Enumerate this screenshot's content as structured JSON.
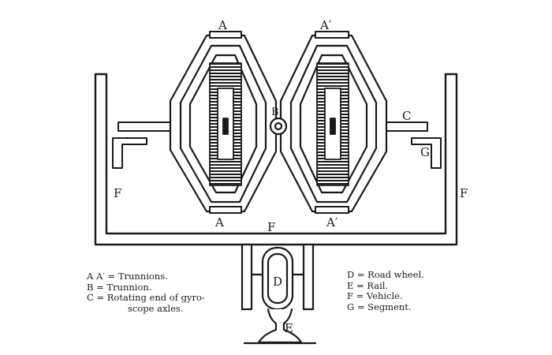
{
  "labels": {
    "a": "A",
    "a_prime": "A′",
    "b": "B",
    "c": "C",
    "d": "D",
    "e": "E",
    "f": "F",
    "g": "G"
  },
  "legend_left": [
    "A A′ = Trunnions.",
    "B = Trunnion.",
    "C = Rotating end of gyro-",
    "scope axles."
  ],
  "legend_right": [
    "D = Road wheel.",
    "E = Rail.",
    "F = Vehicle.",
    "G = Segment."
  ],
  "colors": {
    "ink": "#1a1a1a",
    "paper": "#ffffff"
  }
}
